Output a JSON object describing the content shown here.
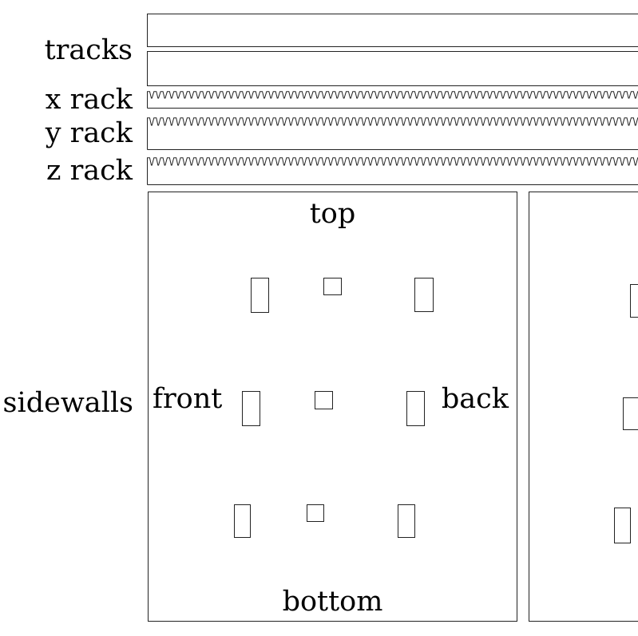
{
  "diagram": {
    "row_labels": {
      "tracks": "tracks",
      "x_rack": "x rack",
      "y_rack": "y rack",
      "z_rack": "z rack",
      "sidewalls": "sidewalls"
    },
    "sidewall_annotations": {
      "top": "top",
      "front": "front",
      "back": "back",
      "bottom": "bottom"
    },
    "colors": {
      "stroke": "#222222",
      "text": "#000000",
      "background": "#ffffff"
    }
  }
}
